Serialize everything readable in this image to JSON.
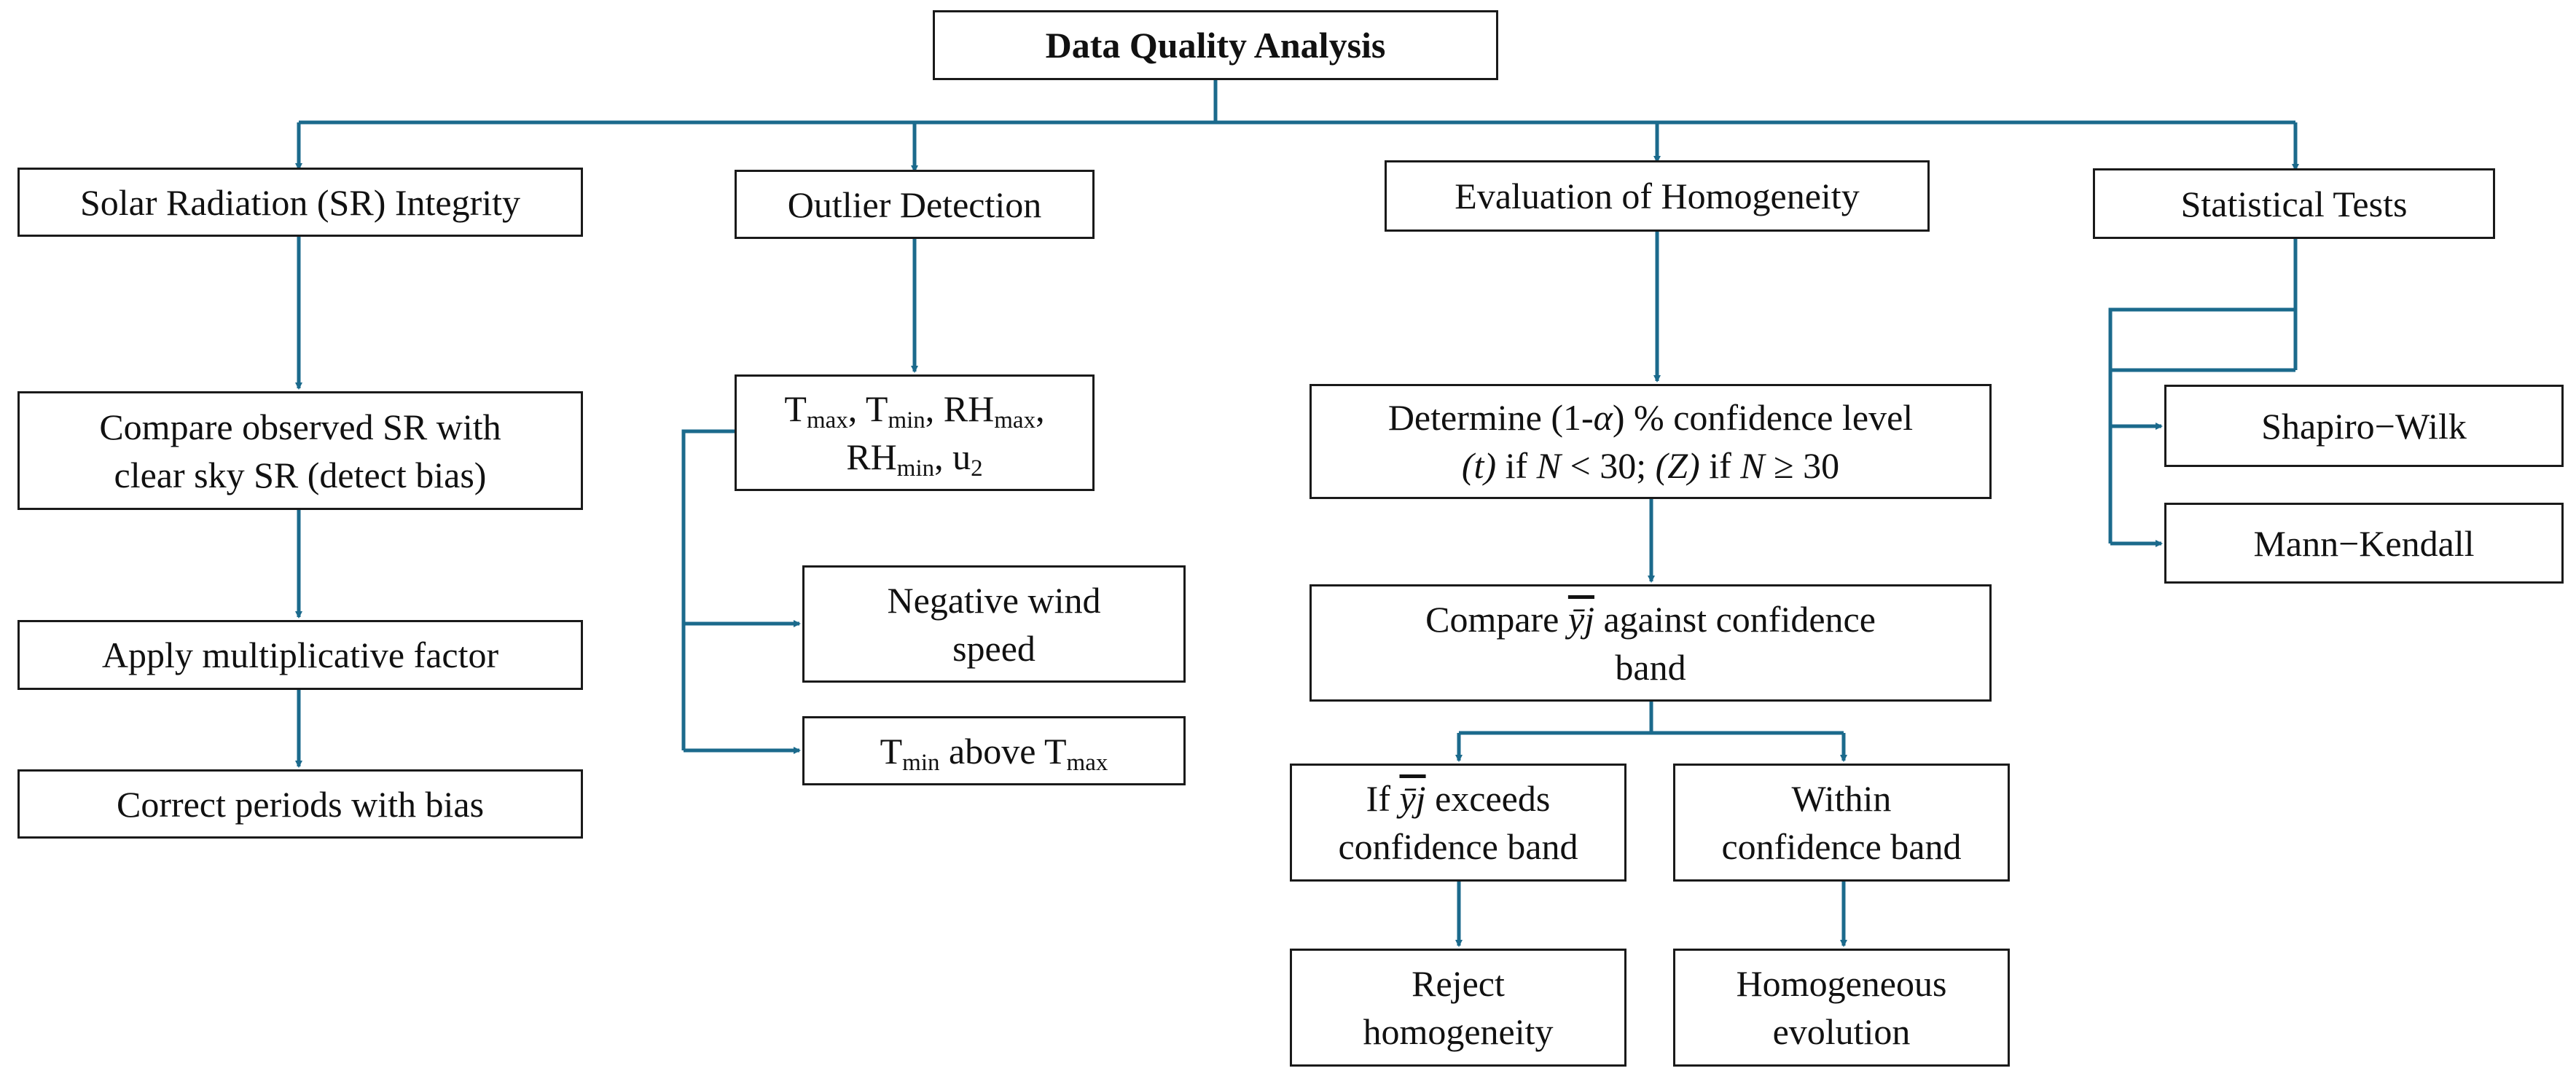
{
  "colors": {
    "connector": "#1b6a8c",
    "border": "#1a1a1a",
    "background": "#ffffff"
  },
  "root": {
    "label": "Data Quality Analysis"
  },
  "solar": {
    "header": "Solar Radiation (SR) Integrity",
    "compare_line1": "Compare observed SR with",
    "compare_line2": "clear sky  SR (detect bias)",
    "apply": "Apply multiplicative factor",
    "correct": "Correct periods with bias"
  },
  "outlier": {
    "header": "Outlier Detection",
    "vars": {
      "t": "T",
      "max": "max",
      "min": "min",
      "rh": "RH",
      "sep": ",",
      "u": "u",
      "two": "2"
    },
    "wind_line1": "Negative wind",
    "wind_line2": "speed",
    "tmin_above_word": "above"
  },
  "homog": {
    "header": "Evaluation of Homogeneity",
    "determine_line1_pre": "Determine (1-",
    "alpha": "α",
    "determine_line1_post": ") % confidence level",
    "t_paren": "(t)",
    "if_word": "if",
    "n_var": "N",
    "lt_30": "< 30;",
    "z_paren": "(Z)",
    "ge_30": "≥ 30",
    "ybar": "ȳj",
    "compare_pre": "Compare",
    "compare_post": "against confidence",
    "band": "band",
    "exceeds_pre": "If",
    "exceeds_post": "exceeds",
    "conf_band": "confidence band",
    "within": "Within",
    "reject_line1": "Reject",
    "reject_line2": "homogeneity",
    "homog_line1": "Homogeneous",
    "homog_line2": "evolution"
  },
  "stats": {
    "header": "Statistical Tests",
    "shapiro": "Shapiro−Wilk",
    "mann": "Mann−Kendall"
  }
}
